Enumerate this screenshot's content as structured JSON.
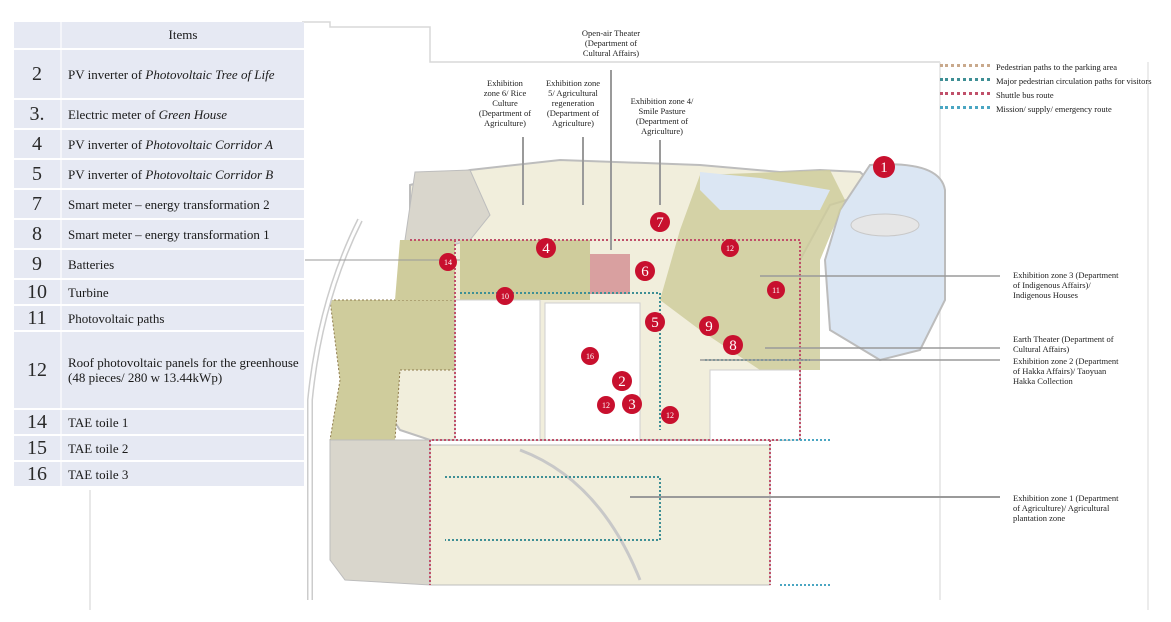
{
  "table": {
    "header": "Items",
    "rows": [
      {
        "num": "2",
        "text": "PV inverter of ",
        "italic": "Photovoltaic Tree of Life"
      },
      {
        "num": "3.",
        "text": "Electric meter of ",
        "italic": "Green House"
      },
      {
        "num": "4",
        "text": "PV inverter of ",
        "italic": "Photovoltaic Corridor A"
      },
      {
        "num": "5",
        "text": "PV inverter of ",
        "italic": "Photovoltaic Corridor B"
      },
      {
        "num": "7",
        "text": "Smart meter – energy transformation 2",
        "italic": ""
      },
      {
        "num": "8",
        "text": "Smart meter – energy transformation 1",
        "italic": ""
      },
      {
        "num": "9",
        "text": "Batteries",
        "italic": ""
      },
      {
        "num": "10",
        "text": "Turbine",
        "italic": ""
      },
      {
        "num": "11",
        "text": "Photovoltaic paths",
        "italic": ""
      },
      {
        "num": "12",
        "text": "Roof photovoltaic panels for the greenhouse (48 pieces/ 280 w 13.44kWp)",
        "italic": ""
      },
      {
        "num": "14",
        "text": "TAE toile 1",
        "italic": ""
      },
      {
        "num": "15",
        "text": "TAE toile 2",
        "italic": ""
      },
      {
        "num": "16",
        "text": "TAE toile 3",
        "italic": ""
      }
    ]
  },
  "annotations": {
    "open_air_theater": "Open-air Theater (Department of Cultural Affairs)",
    "zone6": "Exhibition zone 6/ Rice Culture (Department of Agriculture)",
    "zone5": "Exhibition zone 5/ Agricultural regeneration (Department of Agriculture)",
    "zone4": "Exhibition zone 4/ Smile Pasture (Department of Agriculture)",
    "zone3": "Exhibition zone 3 (Department of Indigenous Affairs)/ Indigenous Houses",
    "earth_theater": "Earth Theater (Department of Cultural Affairs)",
    "zone2": "Exhibition zone 2 (Department of Hakka Affairs)/ Taoyuan Hakka Collection",
    "zone1": "Exhibition zone 1 (Department of Agriculture)/ Agricultural plantation zone"
  },
  "legend": [
    {
      "label": "Pedestrian paths to the parking area",
      "color": "#c9a98c"
    },
    {
      "label": "Major pedestrian circulation paths for visitors",
      "color": "#3f8f95"
    },
    {
      "label": "Shuttle bus route",
      "color": "#c0506a"
    },
    {
      "label": "Mission/ supply/ emergency route",
      "color": "#4aa6c2"
    }
  ],
  "markers": [
    {
      "label": "1"
    },
    {
      "label": "2"
    },
    {
      "label": "3"
    },
    {
      "label": "4"
    },
    {
      "label": "5"
    },
    {
      "label": "6"
    },
    {
      "label": "7"
    },
    {
      "label": "8"
    },
    {
      "label": "9"
    },
    {
      "label": "10"
    },
    {
      "label": "11"
    },
    {
      "label": "12"
    },
    {
      "label": "12"
    },
    {
      "label": "12"
    },
    {
      "label": "14"
    },
    {
      "label": "16"
    }
  ],
  "colors": {
    "marker_red": "#c8102e",
    "park_green": "#cfcc9c",
    "light_area": "#f1eedc",
    "water": "#dbe6f3",
    "pink_block": "#d9a0a0",
    "table_bg": "#e6e9f3"
  }
}
